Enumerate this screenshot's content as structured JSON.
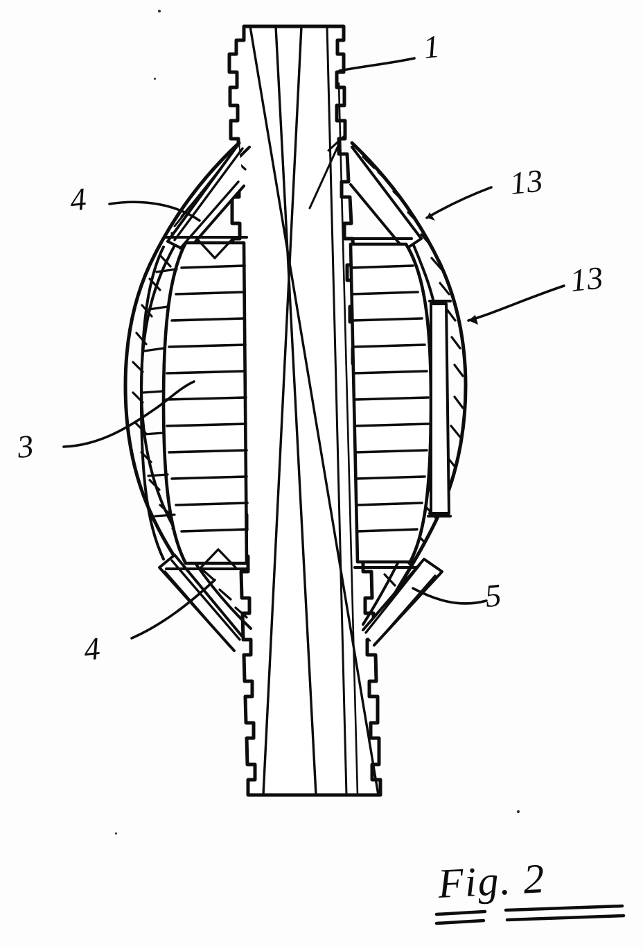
{
  "document": {
    "type": "patent-drawing",
    "figure_caption": "Fig. 2",
    "background_color": "#fdfdfd",
    "ink_color": "#0d0d0d"
  },
  "labels": {
    "shaft": "1",
    "balloon_upper_right": "13",
    "balloon_lower_right": "13",
    "cone_upper_left": "4",
    "stent_segments": "3",
    "cone_lower_left": "4",
    "sleeve_lower_right": "5"
  },
  "figure": {
    "name": "expandable-balloon-catheter-cross-section",
    "central_shaft_label": "1",
    "stent_label": "3",
    "cone_label": "4",
    "sleeve_label": "5",
    "balloon_wall_label": "13"
  },
  "chart_data": {
    "type": "table",
    "title": "Fig. 2",
    "categories": [
      "1",
      "3",
      "4",
      "5",
      "13"
    ],
    "values": [
      1,
      3,
      4,
      5,
      13
    ]
  }
}
